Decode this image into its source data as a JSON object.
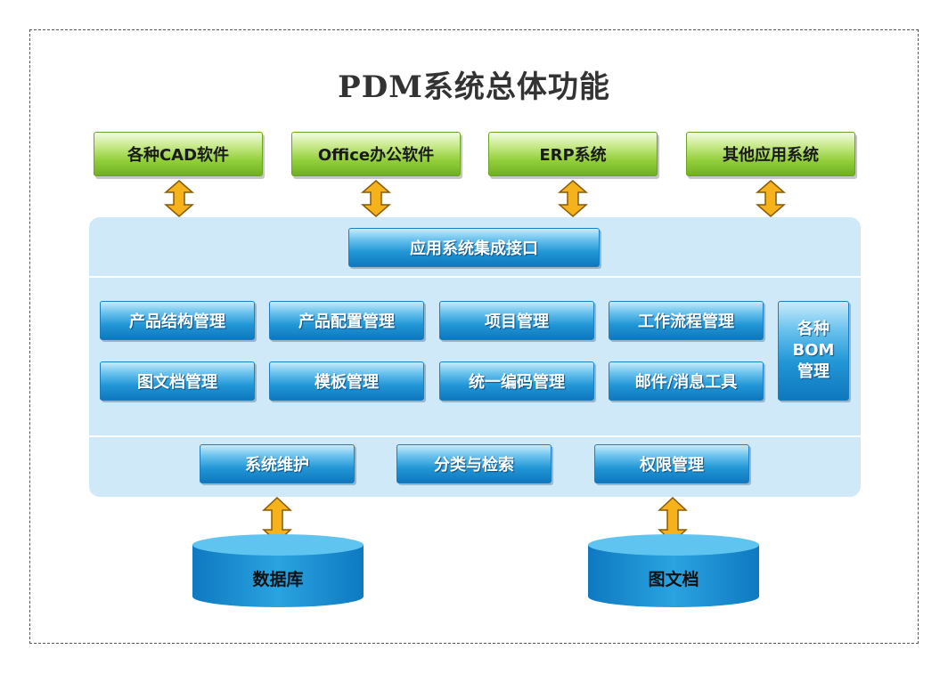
{
  "title": "PDM系统总体功能",
  "external_systems": [
    "各种CAD软件",
    "Office办公软件",
    "ERP系统",
    "其他应用系统"
  ],
  "integration_interface": "应用系统集成接口",
  "modules_row1": [
    "产品结构管理",
    "产品配置管理",
    "项目管理",
    "工作流程管理"
  ],
  "modules_row2": [
    "图文档管理",
    "模板管理",
    "统一编码管理",
    "邮件/消息工具"
  ],
  "bom": {
    "line1": "各种",
    "line2": "BOM",
    "line3": "管理"
  },
  "services": [
    "系统维护",
    "分类与检索",
    "权限管理"
  ],
  "storage": [
    "数据库",
    "图文档"
  ],
  "colors": {
    "green": "#8cc63f",
    "blue": "#1f8fd0",
    "panel": "#cfe9f8",
    "arrow": "#f5b21b"
  }
}
